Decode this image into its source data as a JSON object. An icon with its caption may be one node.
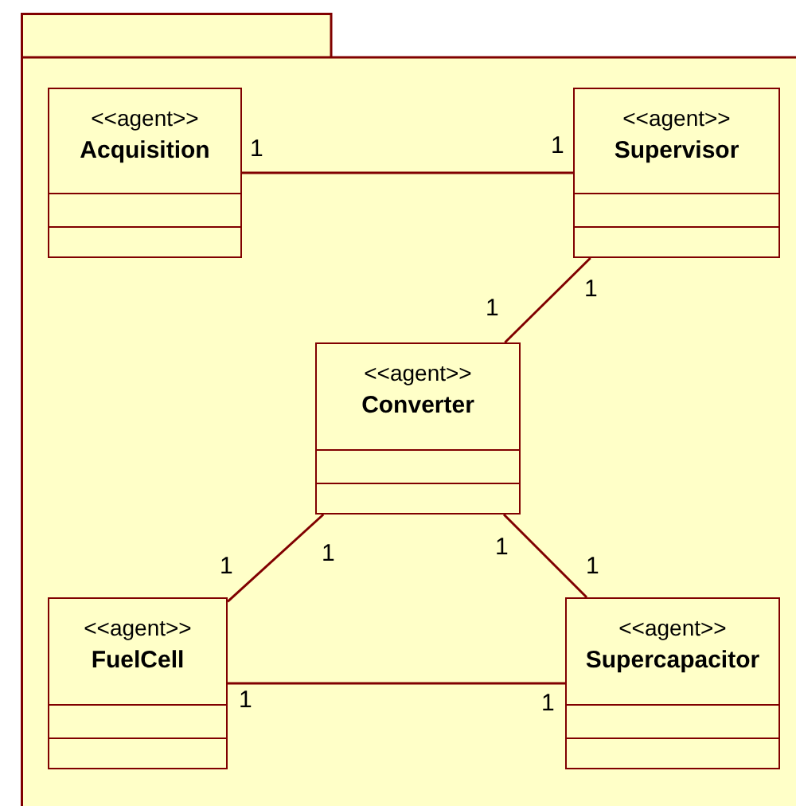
{
  "diagram": {
    "nodes": [
      {
        "text": [],
        "shape": "package"
      },
      {
        "text": [
          "<<agent>>",
          "Acquisition"
        ],
        "in": 0
      },
      {
        "text": [
          "<<agent>>",
          "Supervisor"
        ],
        "in": 0
      },
      {
        "text": [
          "<<agent>>",
          "Converter"
        ],
        "in": 0
      },
      {
        "text": [
          "<<agent>>",
          "FuelCell"
        ],
        "in": 0
      },
      {
        "text": [
          "<<agent>>",
          "Supercapacitor"
        ],
        "in": 0
      }
    ],
    "edges": [
      {
        "from": 1,
        "to": 2,
        "arrow": "none"
      },
      {
        "from": 2,
        "to": 3,
        "arrow": "none"
      },
      {
        "from": 3,
        "to": 4,
        "arrow": "none"
      },
      {
        "from": 3,
        "to": 5,
        "arrow": "none"
      },
      {
        "from": 4,
        "to": 5,
        "arrow": "none"
      }
    ],
    "labels": [
      "1",
      "1",
      "1",
      "1",
      "1",
      "1",
      "1",
      "1",
      "1",
      "1"
    ]
  }
}
